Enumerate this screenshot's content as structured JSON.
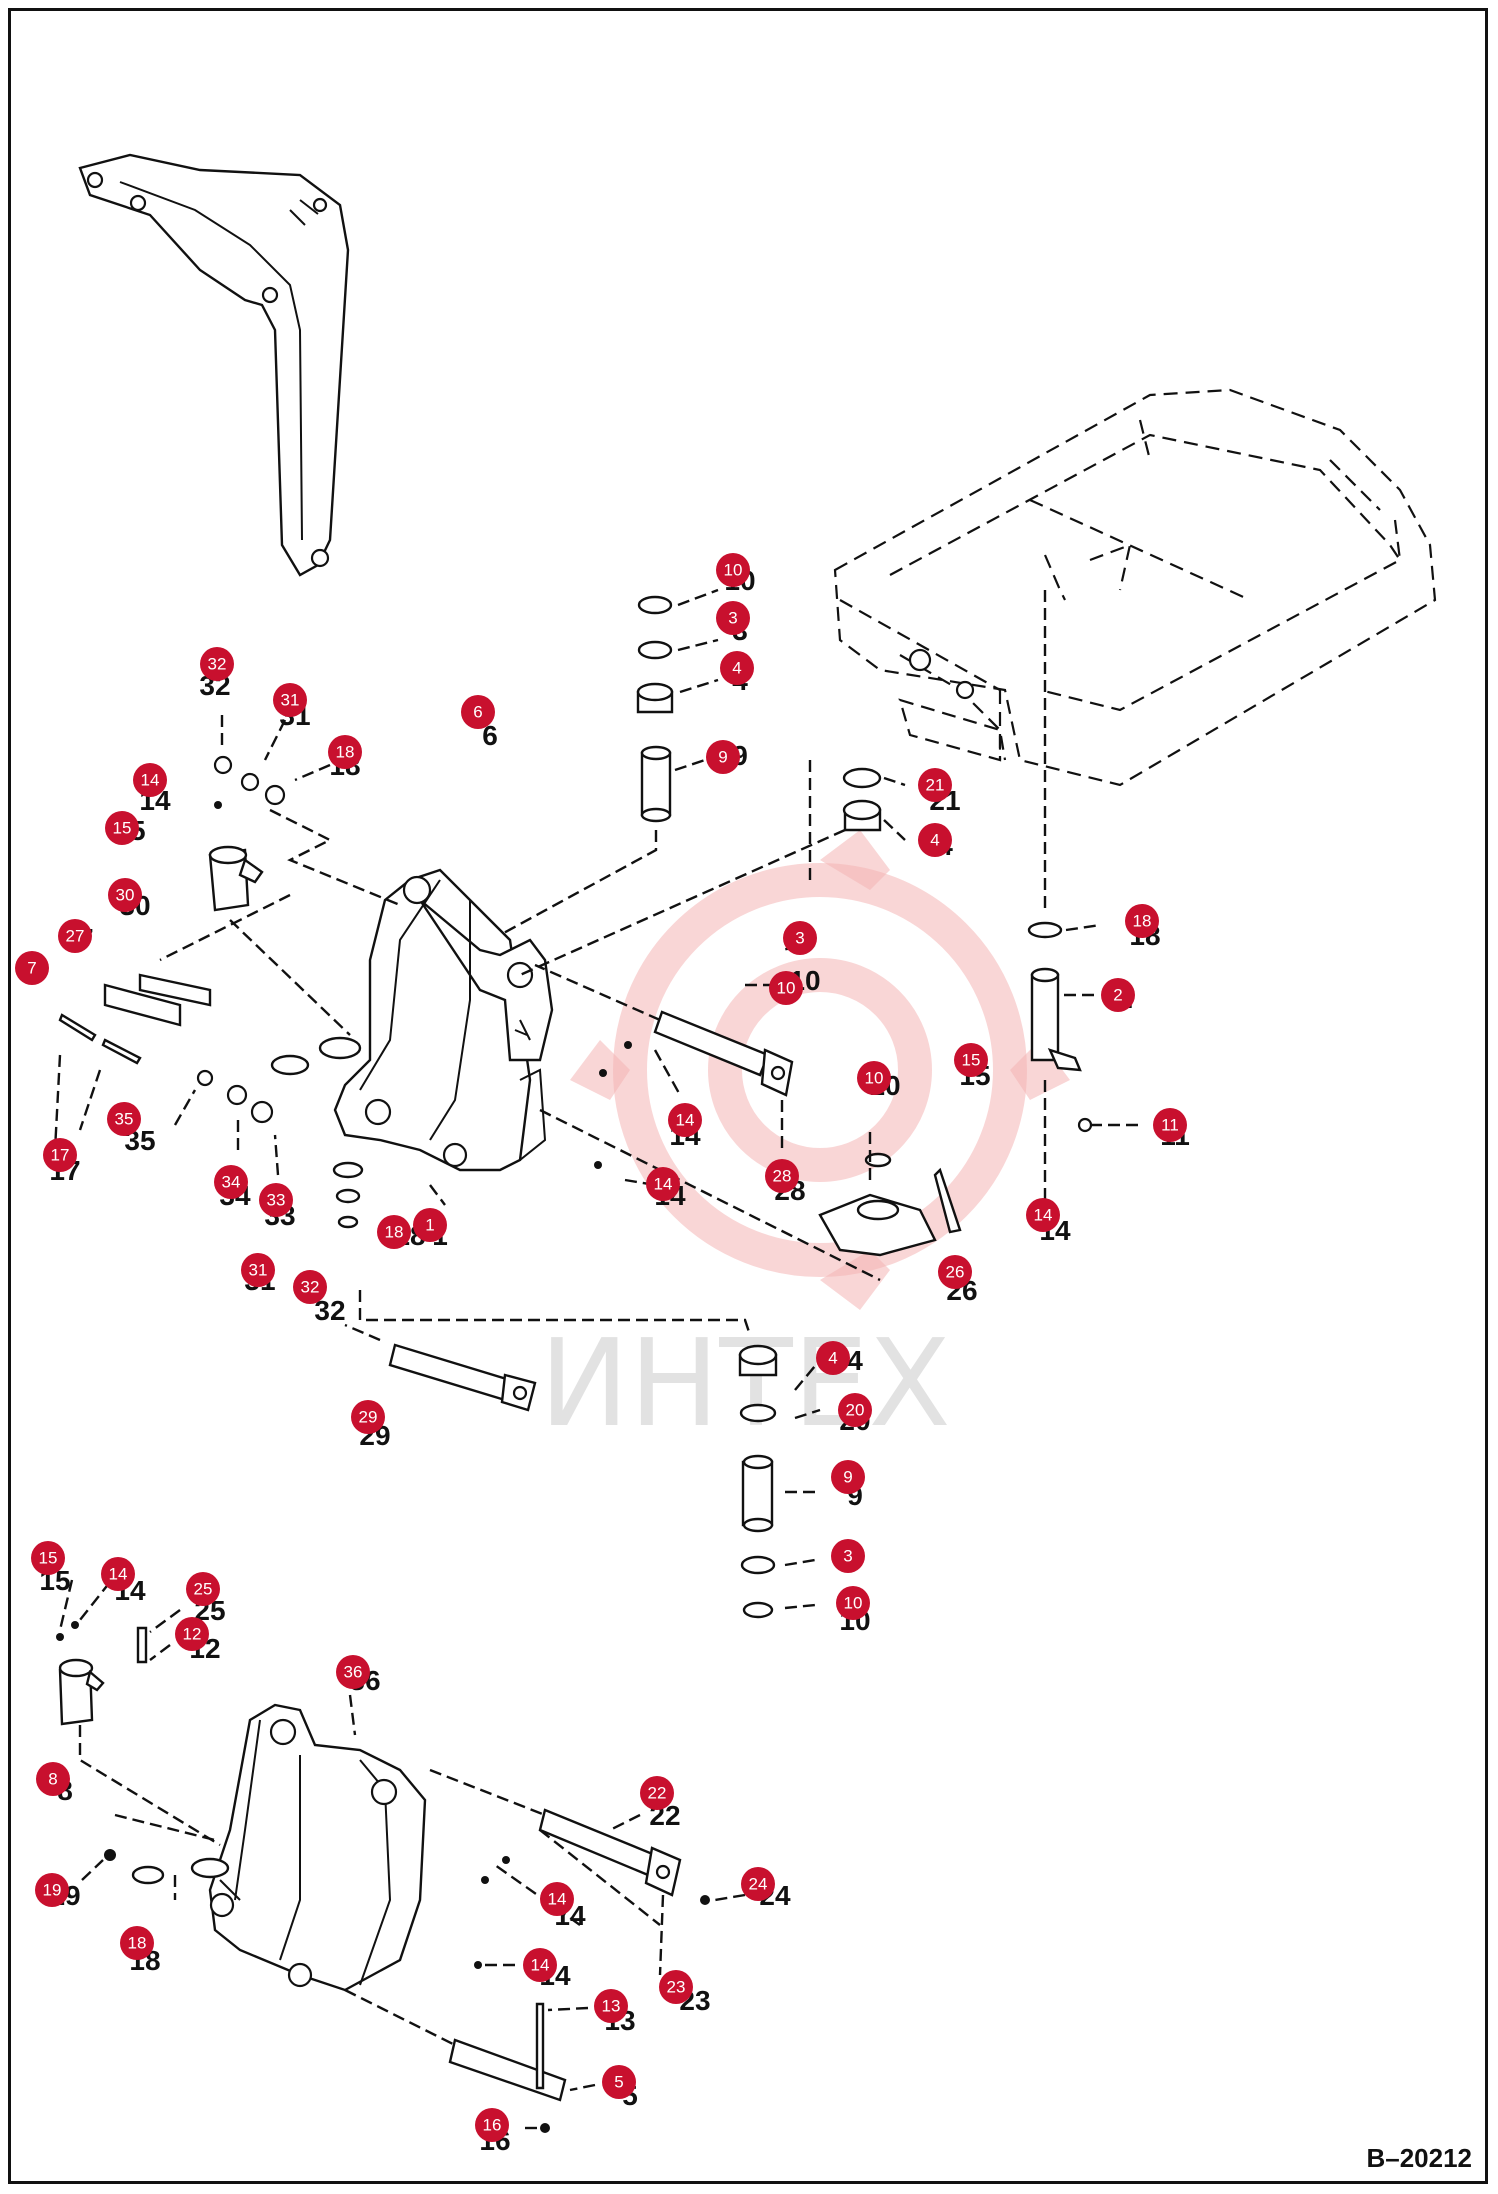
{
  "diagram": {
    "reference_code": "B–20212",
    "watermark": "ИНТЕХ",
    "accent_color": "#c8102e",
    "callouts": [
      "10",
      "3",
      "4",
      "9",
      "21",
      "4",
      "32",
      "31",
      "18",
      "6",
      "14",
      "15",
      "30",
      "27",
      "7",
      "3",
      "10",
      "18",
      "2",
      "14",
      "15",
      "11",
      "10",
      "14",
      "35",
      "34",
      "33",
      "17",
      "28",
      "14",
      "14",
      "18",
      "1",
      "31",
      "32",
      "26",
      "4",
      "20",
      "29",
      "9",
      "3",
      "10",
      "15",
      "14",
      "25",
      "12",
      "36",
      "8",
      "22",
      "14",
      "24",
      "19",
      "18",
      "14",
      "23",
      "13",
      "5",
      "16"
    ]
  }
}
